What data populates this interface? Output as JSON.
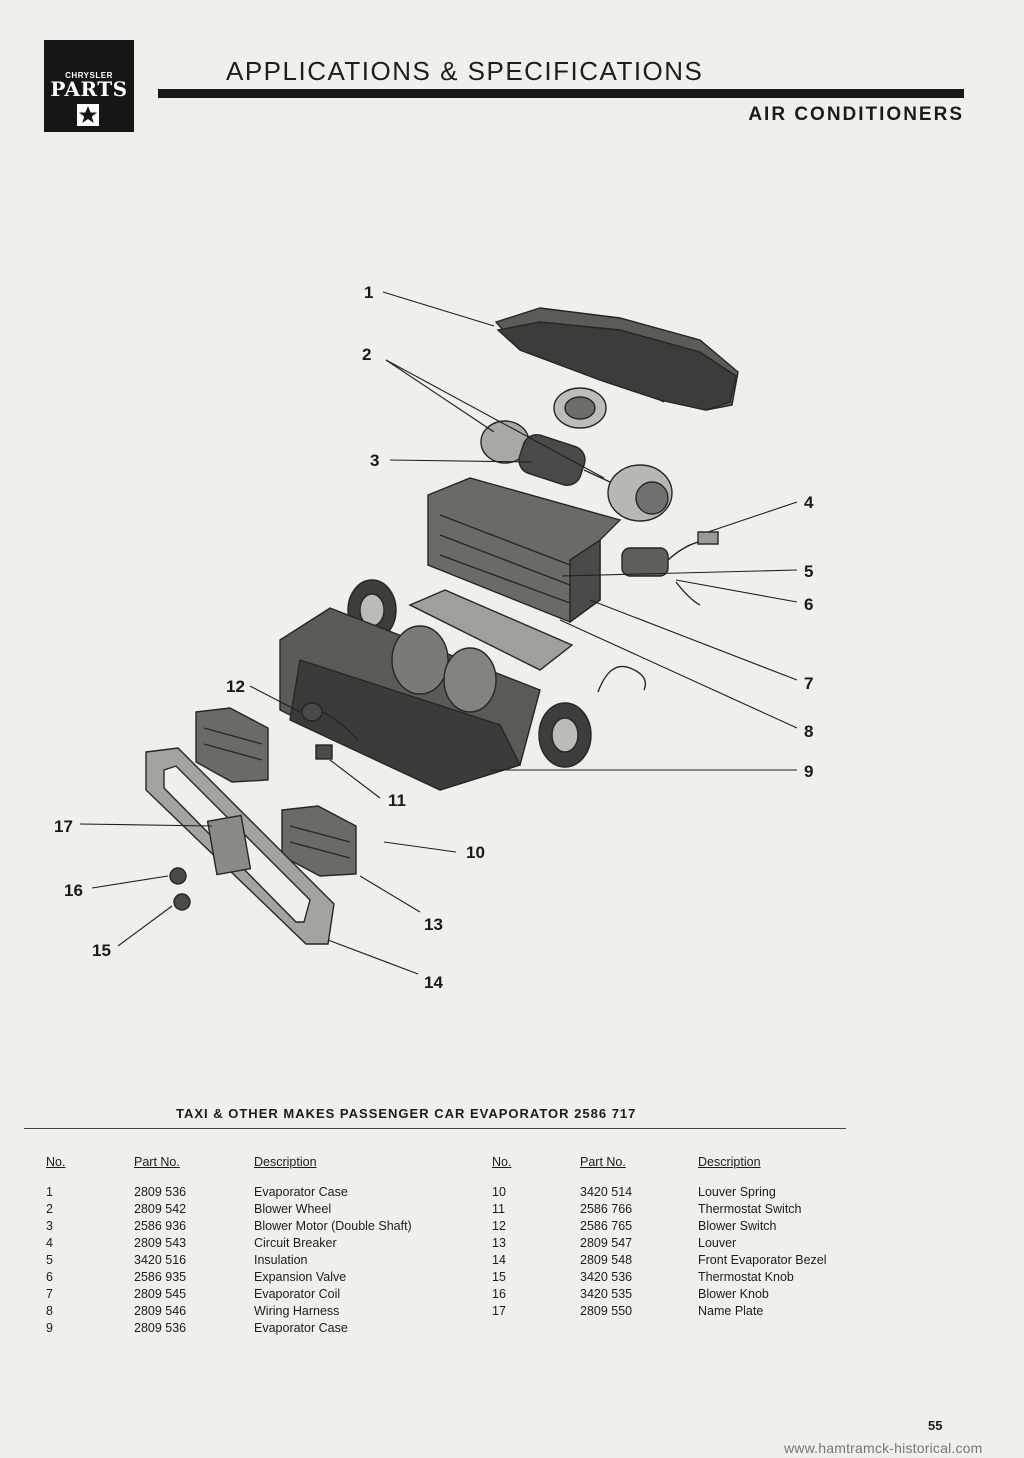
{
  "header": {
    "logo_line1": "CHRYSLER",
    "logo_line2": "PARTS",
    "title": "APPLICATIONS & SPECIFICATIONS",
    "subtitle": "AIR CONDITIONERS"
  },
  "diagram": {
    "callouts": [
      "1",
      "2",
      "3",
      "4",
      "5",
      "6",
      "7",
      "8",
      "9",
      "10",
      "11",
      "12",
      "13",
      "14",
      "15",
      "16",
      "17"
    ]
  },
  "parts_table": {
    "title": "TAXI & OTHER MAKES PASSENGER CAR EVAPORATOR 2586 717",
    "headers": {
      "no": "No.",
      "part_no": "Part No.",
      "description": "Description"
    },
    "left": [
      {
        "no": "1",
        "part": "2809 536",
        "desc": "Evaporator Case"
      },
      {
        "no": "2",
        "part": "2809 542",
        "desc": "Blower Wheel"
      },
      {
        "no": "3",
        "part": "2586 936",
        "desc": "Blower Motor (Double Shaft)"
      },
      {
        "no": "4",
        "part": "2809 543",
        "desc": "Circuit Breaker"
      },
      {
        "no": "5",
        "part": "3420 516",
        "desc": "Insulation"
      },
      {
        "no": "6",
        "part": "2586 935",
        "desc": "Expansion Valve"
      },
      {
        "no": "7",
        "part": "2809 545",
        "desc": "Evaporator Coil"
      },
      {
        "no": "8",
        "part": "2809 546",
        "desc": "Wiring Harness"
      },
      {
        "no": "9",
        "part": "2809 536",
        "desc": "Evaporator Case"
      }
    ],
    "right": [
      {
        "no": "10",
        "part": "3420 514",
        "desc": "Louver Spring"
      },
      {
        "no": "11",
        "part": "2586 766",
        "desc": "Thermostat Switch"
      },
      {
        "no": "12",
        "part": "2586 765",
        "desc": "Blower Switch"
      },
      {
        "no": "13",
        "part": "2809 547",
        "desc": "Louver"
      },
      {
        "no": "14",
        "part": "2809 548",
        "desc": "Front Evaporator Bezel"
      },
      {
        "no": "15",
        "part": "3420 536",
        "desc": "Thermostat Knob"
      },
      {
        "no": "16",
        "part": "3420 535",
        "desc": "Blower Knob"
      },
      {
        "no": "17",
        "part": "2809 550",
        "desc": "Name Plate"
      }
    ]
  },
  "footer": {
    "page_number": "55",
    "credit": "www.hamtramck-historical.com"
  }
}
